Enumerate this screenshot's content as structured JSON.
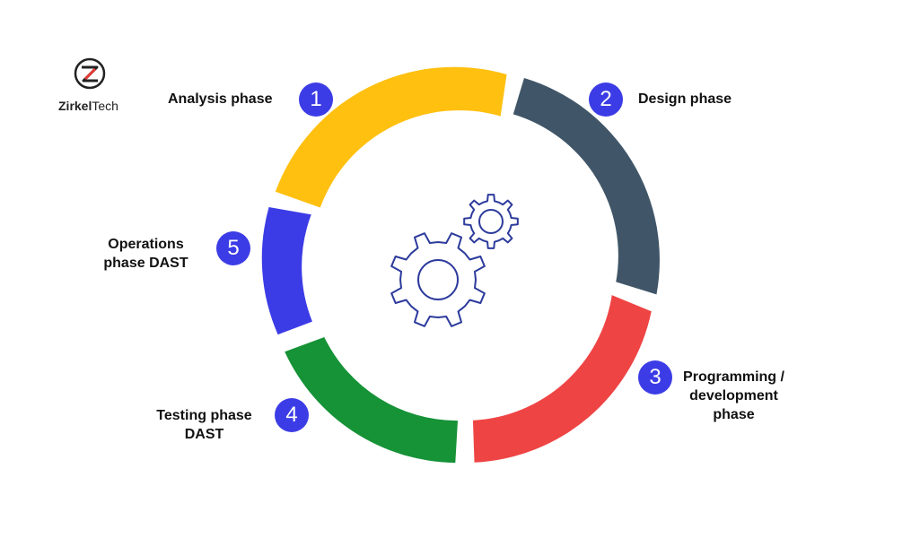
{
  "brand": {
    "name_bold": "Zirkel",
    "name_regular": "Tech",
    "logo_icon": "z-logo-icon"
  },
  "cycle": {
    "center_icon": "gears-icon",
    "phases": [
      {
        "number": "1",
        "line1": "Analysis phase",
        "line2": "",
        "line3": "",
        "color": "#ffc010"
      },
      {
        "number": "2",
        "line1": "Design phase",
        "line2": "",
        "line3": "",
        "color": "#405668"
      },
      {
        "number": "3",
        "line1": "Programming /",
        "line2": "development",
        "line3": "phase",
        "color": "#ef4444"
      },
      {
        "number": "4",
        "line1": "Testing phase",
        "line2": "DAST",
        "line3": "",
        "color": "#169237"
      },
      {
        "number": "5",
        "line1": "Operations",
        "line2": "phase DAST",
        "line3": "",
        "color": "#3c3ce6"
      }
    ],
    "badge_color": "#3c3ce6",
    "gear_color": "#2d3b9c"
  }
}
